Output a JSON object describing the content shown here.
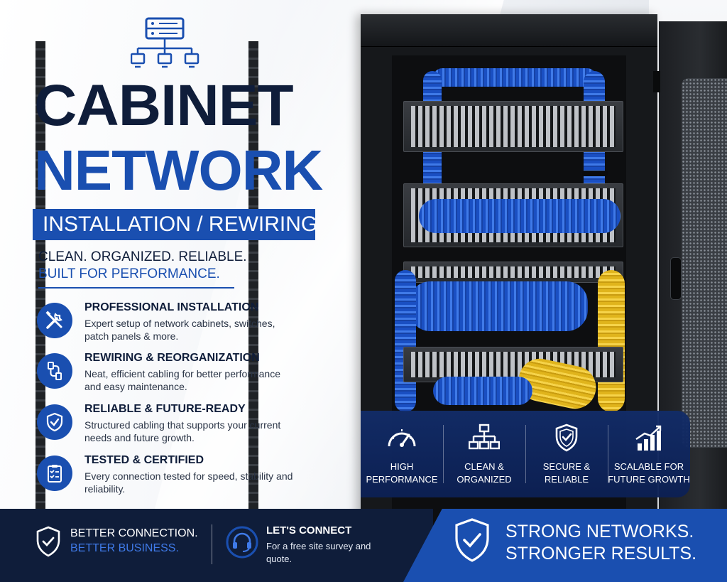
{
  "title": {
    "line1": "CABINET",
    "line2": "NETWORK",
    "subtitle": "INSTALLATION / REWIRING"
  },
  "tagline": {
    "line1": "CLEAN. ORGANIZED. RELIABLE.",
    "line2": "BUILT FOR PERFORMANCE."
  },
  "features": [
    {
      "icon": "tools-icon",
      "heading": "PROFESSIONAL INSTALLATION",
      "description": "Expert setup of network cabinets, switches, patch panels & more."
    },
    {
      "icon": "cable-connector-icon",
      "heading": "REWIRING & REORGANIZATION",
      "description": "Neat, efficient cabling for better performance and easy maintenance."
    },
    {
      "icon": "shield-check-icon",
      "heading": "RELIABLE & FUTURE-READY",
      "description": "Structured cabling that supports your current needs and future growth."
    },
    {
      "icon": "clipboard-check-icon",
      "heading": "TESTED & CERTIFIED",
      "description": "Every connection tested for speed, stability and reliability."
    }
  ],
  "stats": [
    {
      "icon": "speedometer-icon",
      "line1": "HIGH",
      "line2": "PERFORMANCE"
    },
    {
      "icon": "hierarchy-icon",
      "line1": "CLEAN &",
      "line2": "ORGANIZED"
    },
    {
      "icon": "shield-check-icon",
      "line1": "SECURE &",
      "line2": "RELIABLE"
    },
    {
      "icon": "growth-chart-icon",
      "line1": "SCALABLE FOR",
      "line2": "FUTURE GROWTH"
    }
  ],
  "bottom": {
    "left_line1": "BETTER CONNECTION.",
    "left_line2": "BETTER BUSINESS.",
    "connect_heading": "LET'S CONNECT",
    "connect_text": "For a free site survey and quote.",
    "right_line1": "STRONG NETWORKS.",
    "right_line2": "STRONGER RESULTS."
  },
  "colors": {
    "navy": "#0f1d3a",
    "brand_blue": "#1a4fb0",
    "accent_blue": "#3f7ae8",
    "cable_yellow": "#f0c534"
  }
}
